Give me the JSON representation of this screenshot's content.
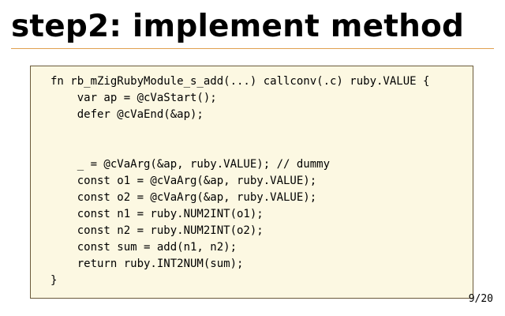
{
  "slide": {
    "title": "step2: implement method",
    "page_number": "9/20"
  },
  "code": {
    "lines": [
      "fn rb_mZigRubyModule_s_add(...) callconv(.c) ruby.VALUE {",
      "    var ap = @cVaStart();",
      "    defer @cVaEnd(&ap);",
      "",
      "",
      "    _ = @cVaArg(&ap, ruby.VALUE); // dummy",
      "    const o1 = @cVaArg(&ap, ruby.VALUE);",
      "    const o2 = @cVaArg(&ap, ruby.VALUE);",
      "    const n1 = ruby.NUM2INT(o1);",
      "    const n2 = ruby.NUM2INT(o2);",
      "    const sum = add(n1, n2);",
      "    return ruby.INT2NUM(sum);",
      "}"
    ]
  }
}
